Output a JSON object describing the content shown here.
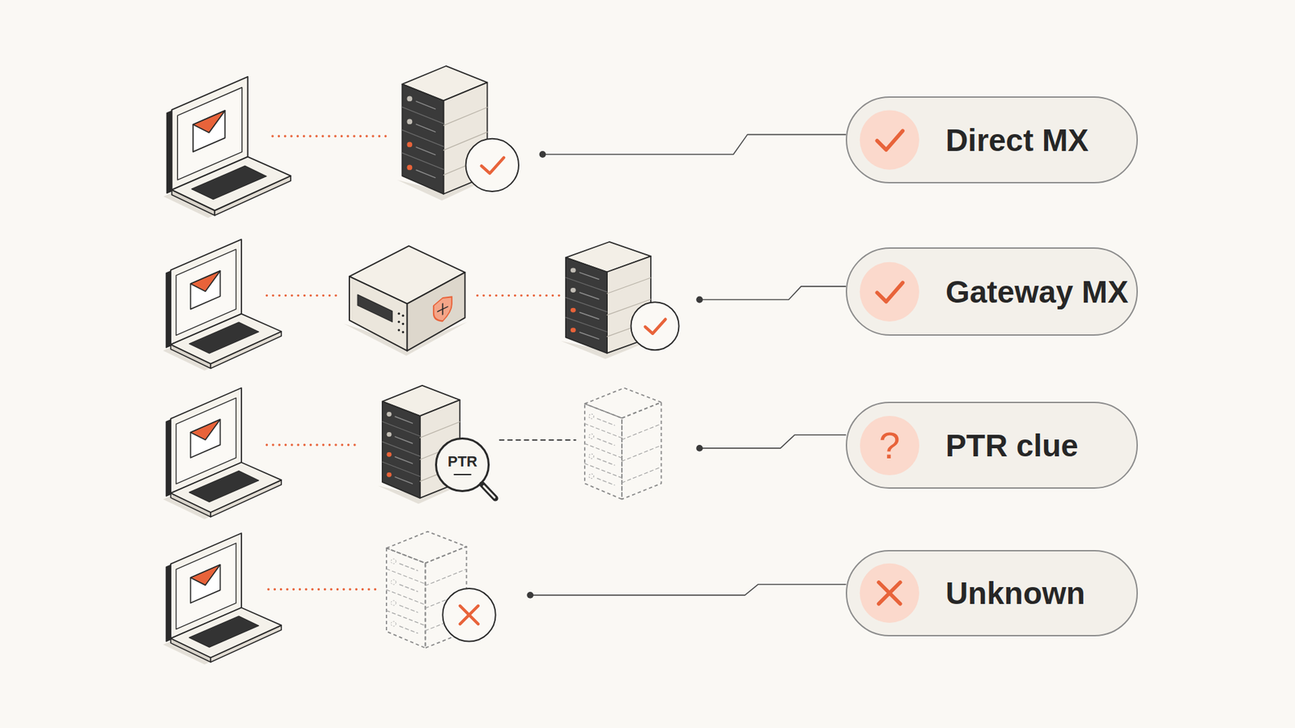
{
  "diagram": {
    "nodes": [
      {
        "text": [
          "Direct MX"
        ]
      },
      {
        "text": [
          "Gateway MX"
        ]
      },
      {
        "text": [
          "PTR"
        ]
      },
      {
        "text": [
          "PTR clue"
        ]
      },
      {
        "text": [
          "?"
        ],
        "in": 3
      },
      {
        "text": [
          "Unknown"
        ]
      }
    ]
  }
}
